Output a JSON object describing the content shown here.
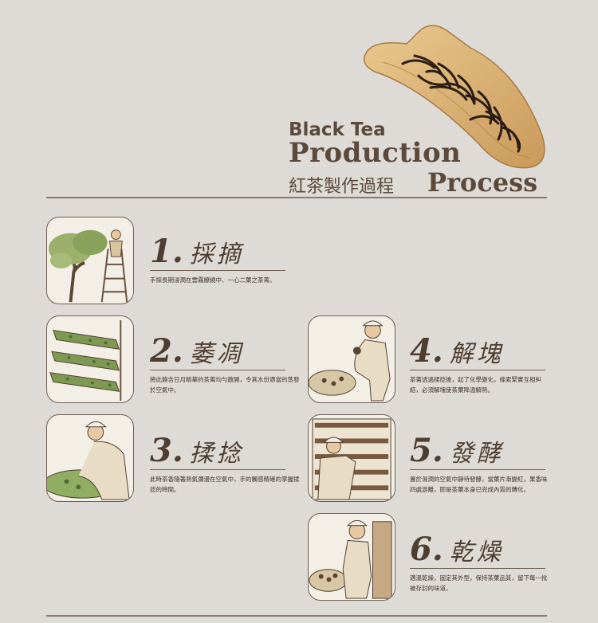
{
  "header": {
    "line1": "Black Tea",
    "line2": "Production",
    "chinese": "紅茶製作過程",
    "line3": "Process"
  },
  "colors": {
    "background": "#dedad6",
    "text": "#5a4a3c",
    "rule": "#8a7b6e",
    "bamboo": "#d9b47a"
  },
  "steps": [
    {
      "num": "1.",
      "title": "採摘",
      "desc": "手採長期浸潤在雲霧繚繞中、一心二葉之茶菁。",
      "icon": "tea-picking-icon"
    },
    {
      "num": "2.",
      "title": "萎凋",
      "desc": "將此飽含日月精華的茶菁均勻散開，令其水份適當的蒸發於空氣中。",
      "icon": "withering-racks-icon"
    },
    {
      "num": "3.",
      "title": "揉捻",
      "desc": "此時茶香隨著熱氣瀰漫在空氣中，手的觸感精確的掌握揉捻的時間。",
      "icon": "rolling-tea-icon"
    },
    {
      "num": "4.",
      "title": "解塊",
      "desc": "茶菁透過揉捻後，起了化學變化，條索緊實互相糾結，必須解塊使茶葉降溫解熱。",
      "icon": "breaking-clumps-icon"
    },
    {
      "num": "5.",
      "title": "發酵",
      "desc": "置於濕潤的空氣中靜待發酵，當葉片漸變紅，果香味四處游離，即是茶葉本身已完成內質的轉化。",
      "icon": "fermentation-icon"
    },
    {
      "num": "6.",
      "title": "乾燥",
      "desc": "適溫乾燥，固定其外型，保持茶葉品質，留下每一批被存封的味道。",
      "icon": "drying-icon"
    }
  ]
}
